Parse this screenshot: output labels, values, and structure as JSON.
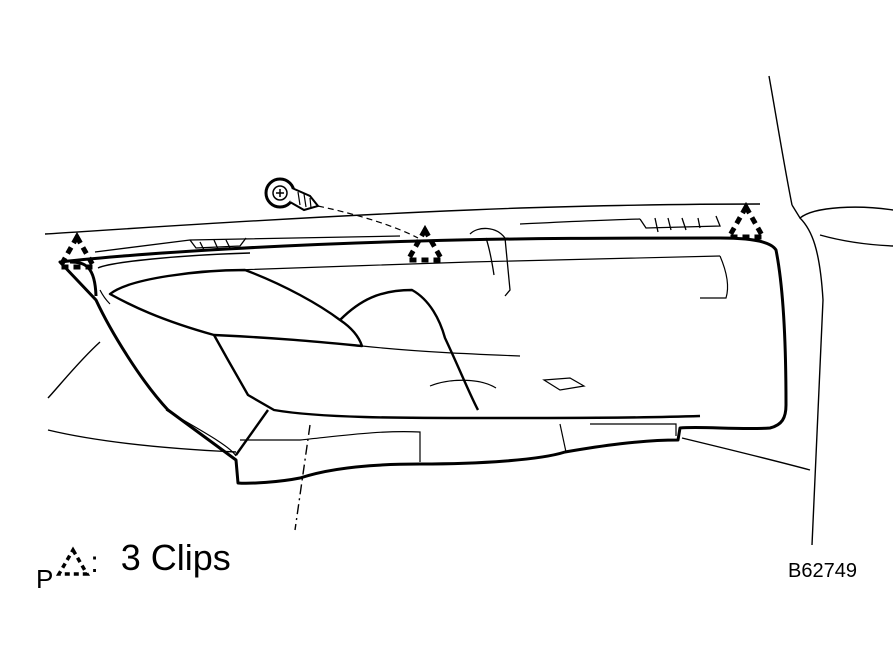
{
  "legend": {
    "prefix": "P",
    "colon": ":",
    "text": "3 Clips",
    "symbol_icon": "dashed-triangle-clip-icon"
  },
  "figure": {
    "code": "B62749"
  },
  "parts": {
    "bolt_icon": "bolt-icon",
    "clip_icon": "dashed-triangle-clip-icon",
    "clip_count": 3
  }
}
